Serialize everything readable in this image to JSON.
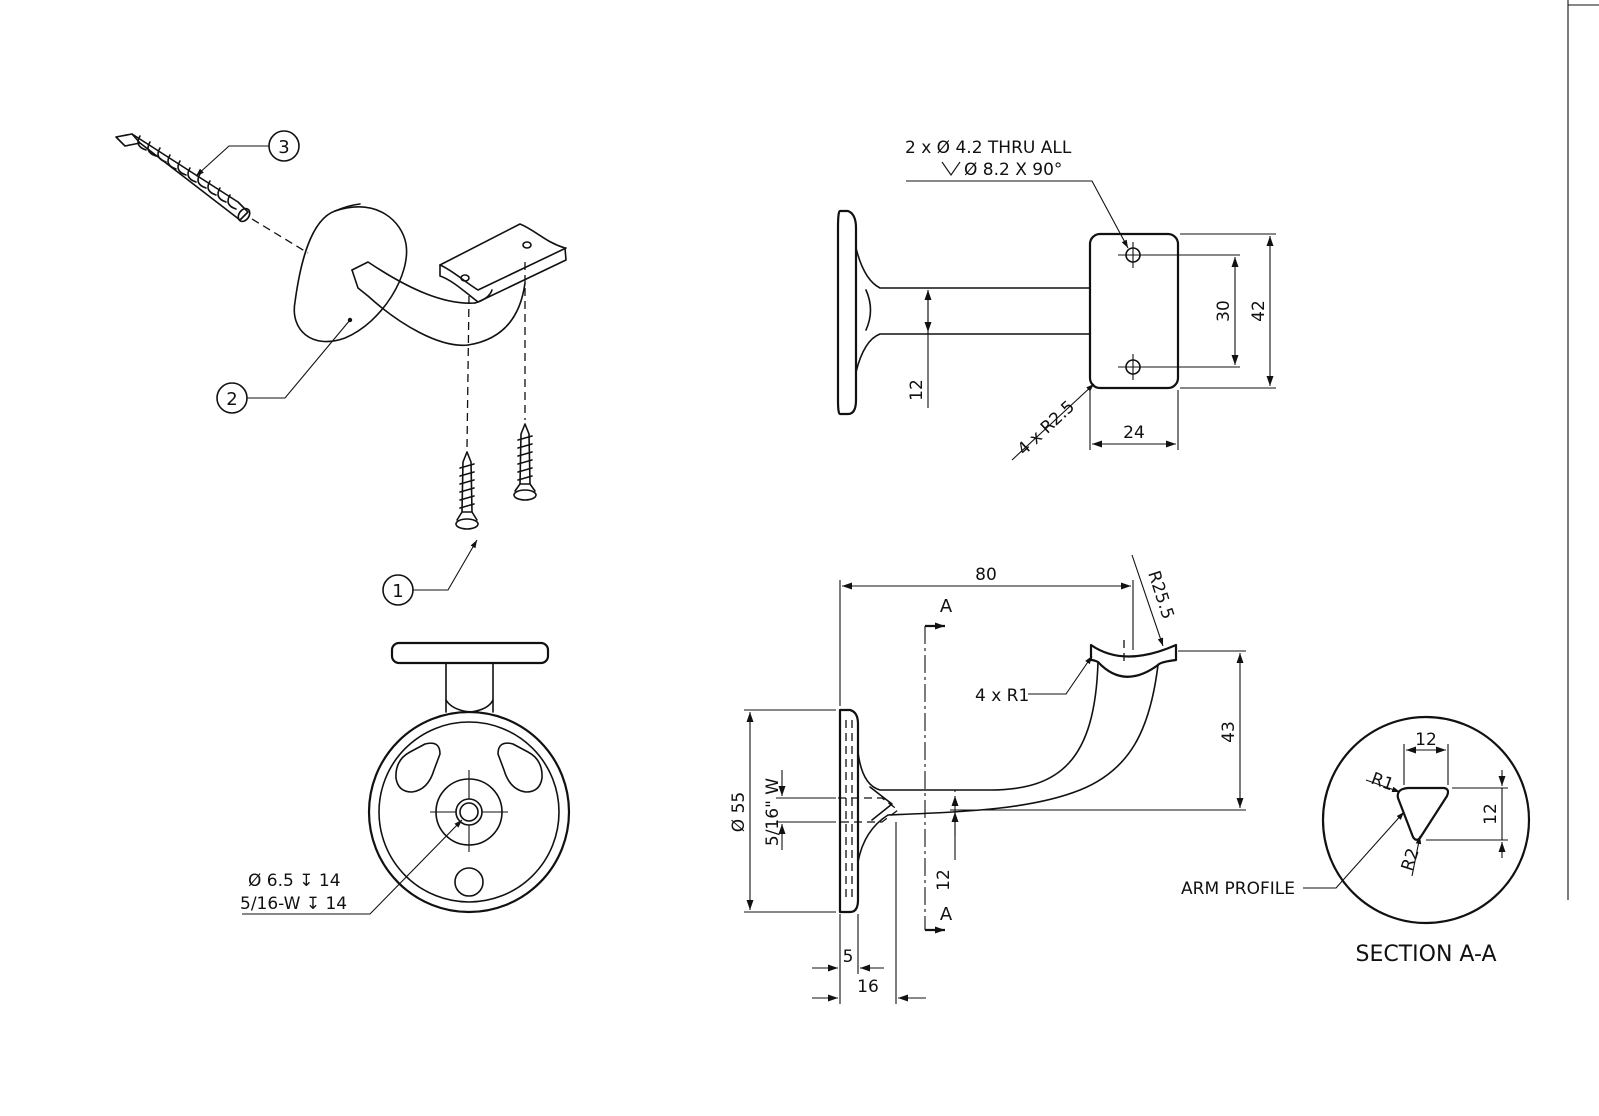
{
  "border_color": "#111111",
  "balloons": [
    {
      "label": "1"
    },
    {
      "label": "2"
    },
    {
      "label": "3"
    }
  ],
  "top_view": {
    "hole_note_line1": "2 x Ø 4.2 THRU ALL",
    "hole_note_line2": "Ø 8.2 X 90°",
    "dim_30": "30",
    "dim_42": "42",
    "dim_12": "12",
    "dim_24": "24",
    "corner_radius": "4 x R2.5"
  },
  "front_view": {
    "dim_80": "80",
    "dim_r25": "R25.5",
    "dim_43": "43",
    "dim_diam55": "Ø 55",
    "dim_thread": "5/16\" W",
    "dim_12": "12",
    "dim_5": "5",
    "dim_16": "16",
    "fillet_note": "4 x R1",
    "section_mark_top": "A",
    "section_mark_bottom": "A"
  },
  "end_view": {
    "hole_note_line1": "Ø 6.5 ↧ 14",
    "hole_note_line2": "5/16-W ↧ 14"
  },
  "section": {
    "title": "SECTION A-A",
    "arm_profile": "ARM PROFILE",
    "dim_width": "12",
    "dim_height": "12",
    "r1": "R1",
    "r2": "R2"
  }
}
